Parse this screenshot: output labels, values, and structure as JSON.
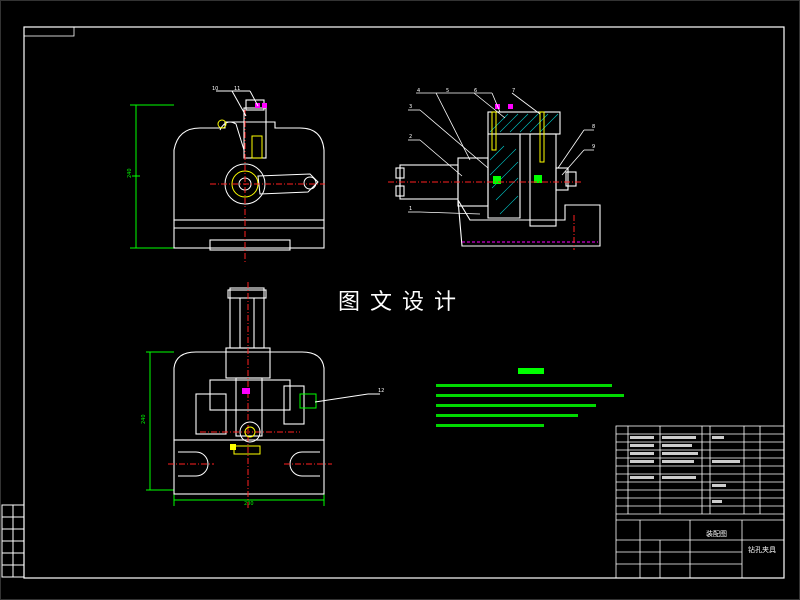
{
  "watermark": "图文设计",
  "colors": {
    "background": "#000000",
    "frame": "#ffffff",
    "part": "#ffffff",
    "dimension": "#00ff00",
    "centerline": "#ff2020",
    "section": "#ff00ff",
    "hatch": "#00cccc",
    "accent": "#ffff00",
    "notes": "#00ff00"
  },
  "views": {
    "front_view": "front-view",
    "side_section_view": "side-section-view",
    "top_view": "top-view"
  },
  "callouts": {
    "front": [
      "10",
      "11"
    ],
    "side": [
      "4",
      "5",
      "6",
      "7",
      "3",
      "2",
      "1",
      "8",
      "9"
    ],
    "top": [
      "12"
    ]
  },
  "title_block": {
    "drawing_name": "装配图",
    "part_name": "钻孔夹具"
  }
}
